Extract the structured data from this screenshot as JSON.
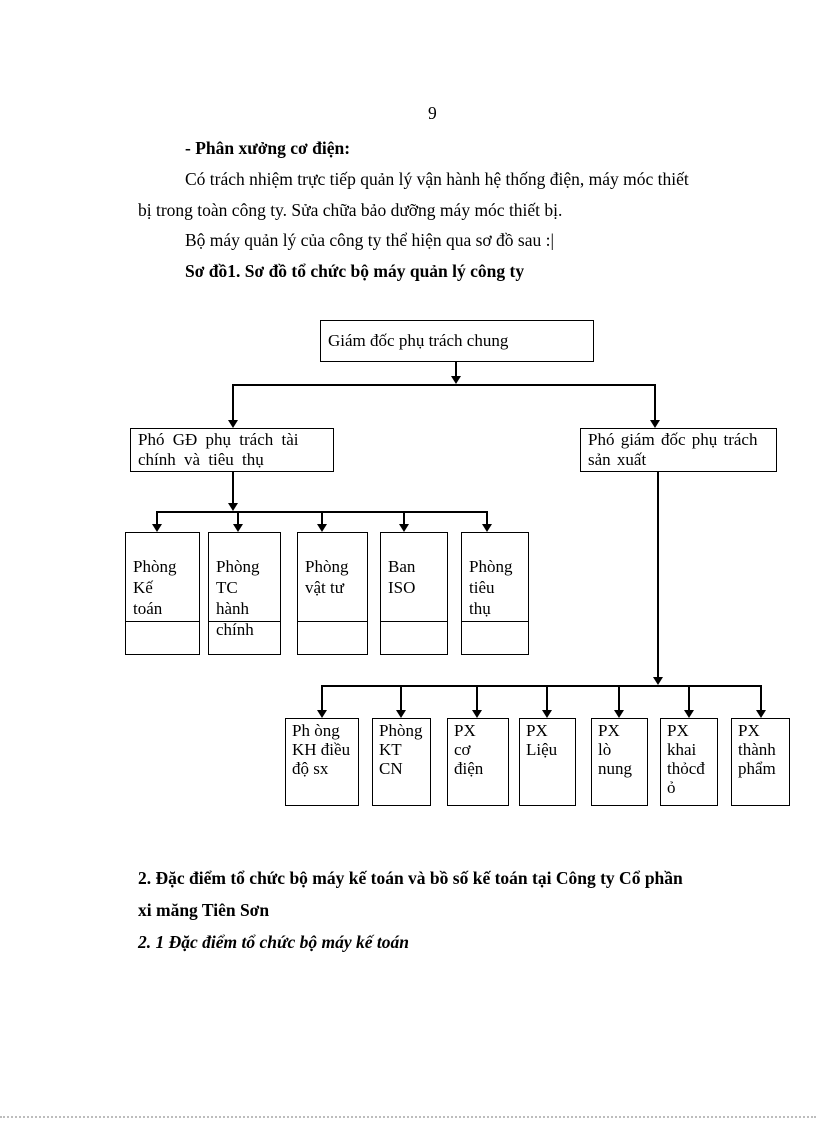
{
  "page_number": "9",
  "body": {
    "workshop_heading": "- Phân xưởng cơ điện:",
    "para1_line1": "Có trách nhiệm trực tiếp quản lý vận hành hệ thống điện, máy móc thiết",
    "para1_line2": "bị trong toàn công ty. Sửa chữa bảo dưỡng máy móc thiết bị.",
    "para2": "Bộ máy quản lý của công ty thể hiện  qua sơ đồ sau :|",
    "diagram_caption": "Sơ đồ1. Sơ đồ tổ chức bộ máy quản lý công ty"
  },
  "org_chart": {
    "director": "Giám  đốc phụ trách chung",
    "deputy_finance": "Phó GĐ phụ trách tài\nchính và tiêu thụ",
    "deputy_production": "Phó giám  đốc phụ trách\nsản xuất",
    "finance_departments": [
      "Phòng\nKế\ntoán",
      "Phòng\nTC\nhành\nchính",
      "Phòng\nvật tư",
      "Ban\nISO",
      "Phòng\ntiêu\nthụ"
    ],
    "production_departments": [
      "Ph òng\nKH điều\nđộ sx",
      "Phòng\nKT\nCN",
      "PX\ncơ\nđiện",
      "PX\nLiệu",
      "PX\nlò\nnung",
      "PX\nkhai\nthỏcđ\nỏ",
      "PX\nthành\nphẩm"
    ]
  },
  "footer": {
    "section2_line1": "2. Đặc điểm tổ chức bộ máy kế toán và bồ số kế toán tại Công ty Cổ phần",
    "section2_line2": "xi măng Tiên Sơn",
    "section2_1_heading": "2. 1 Đặc điểm tổ chức bộ máy kế toán"
  }
}
